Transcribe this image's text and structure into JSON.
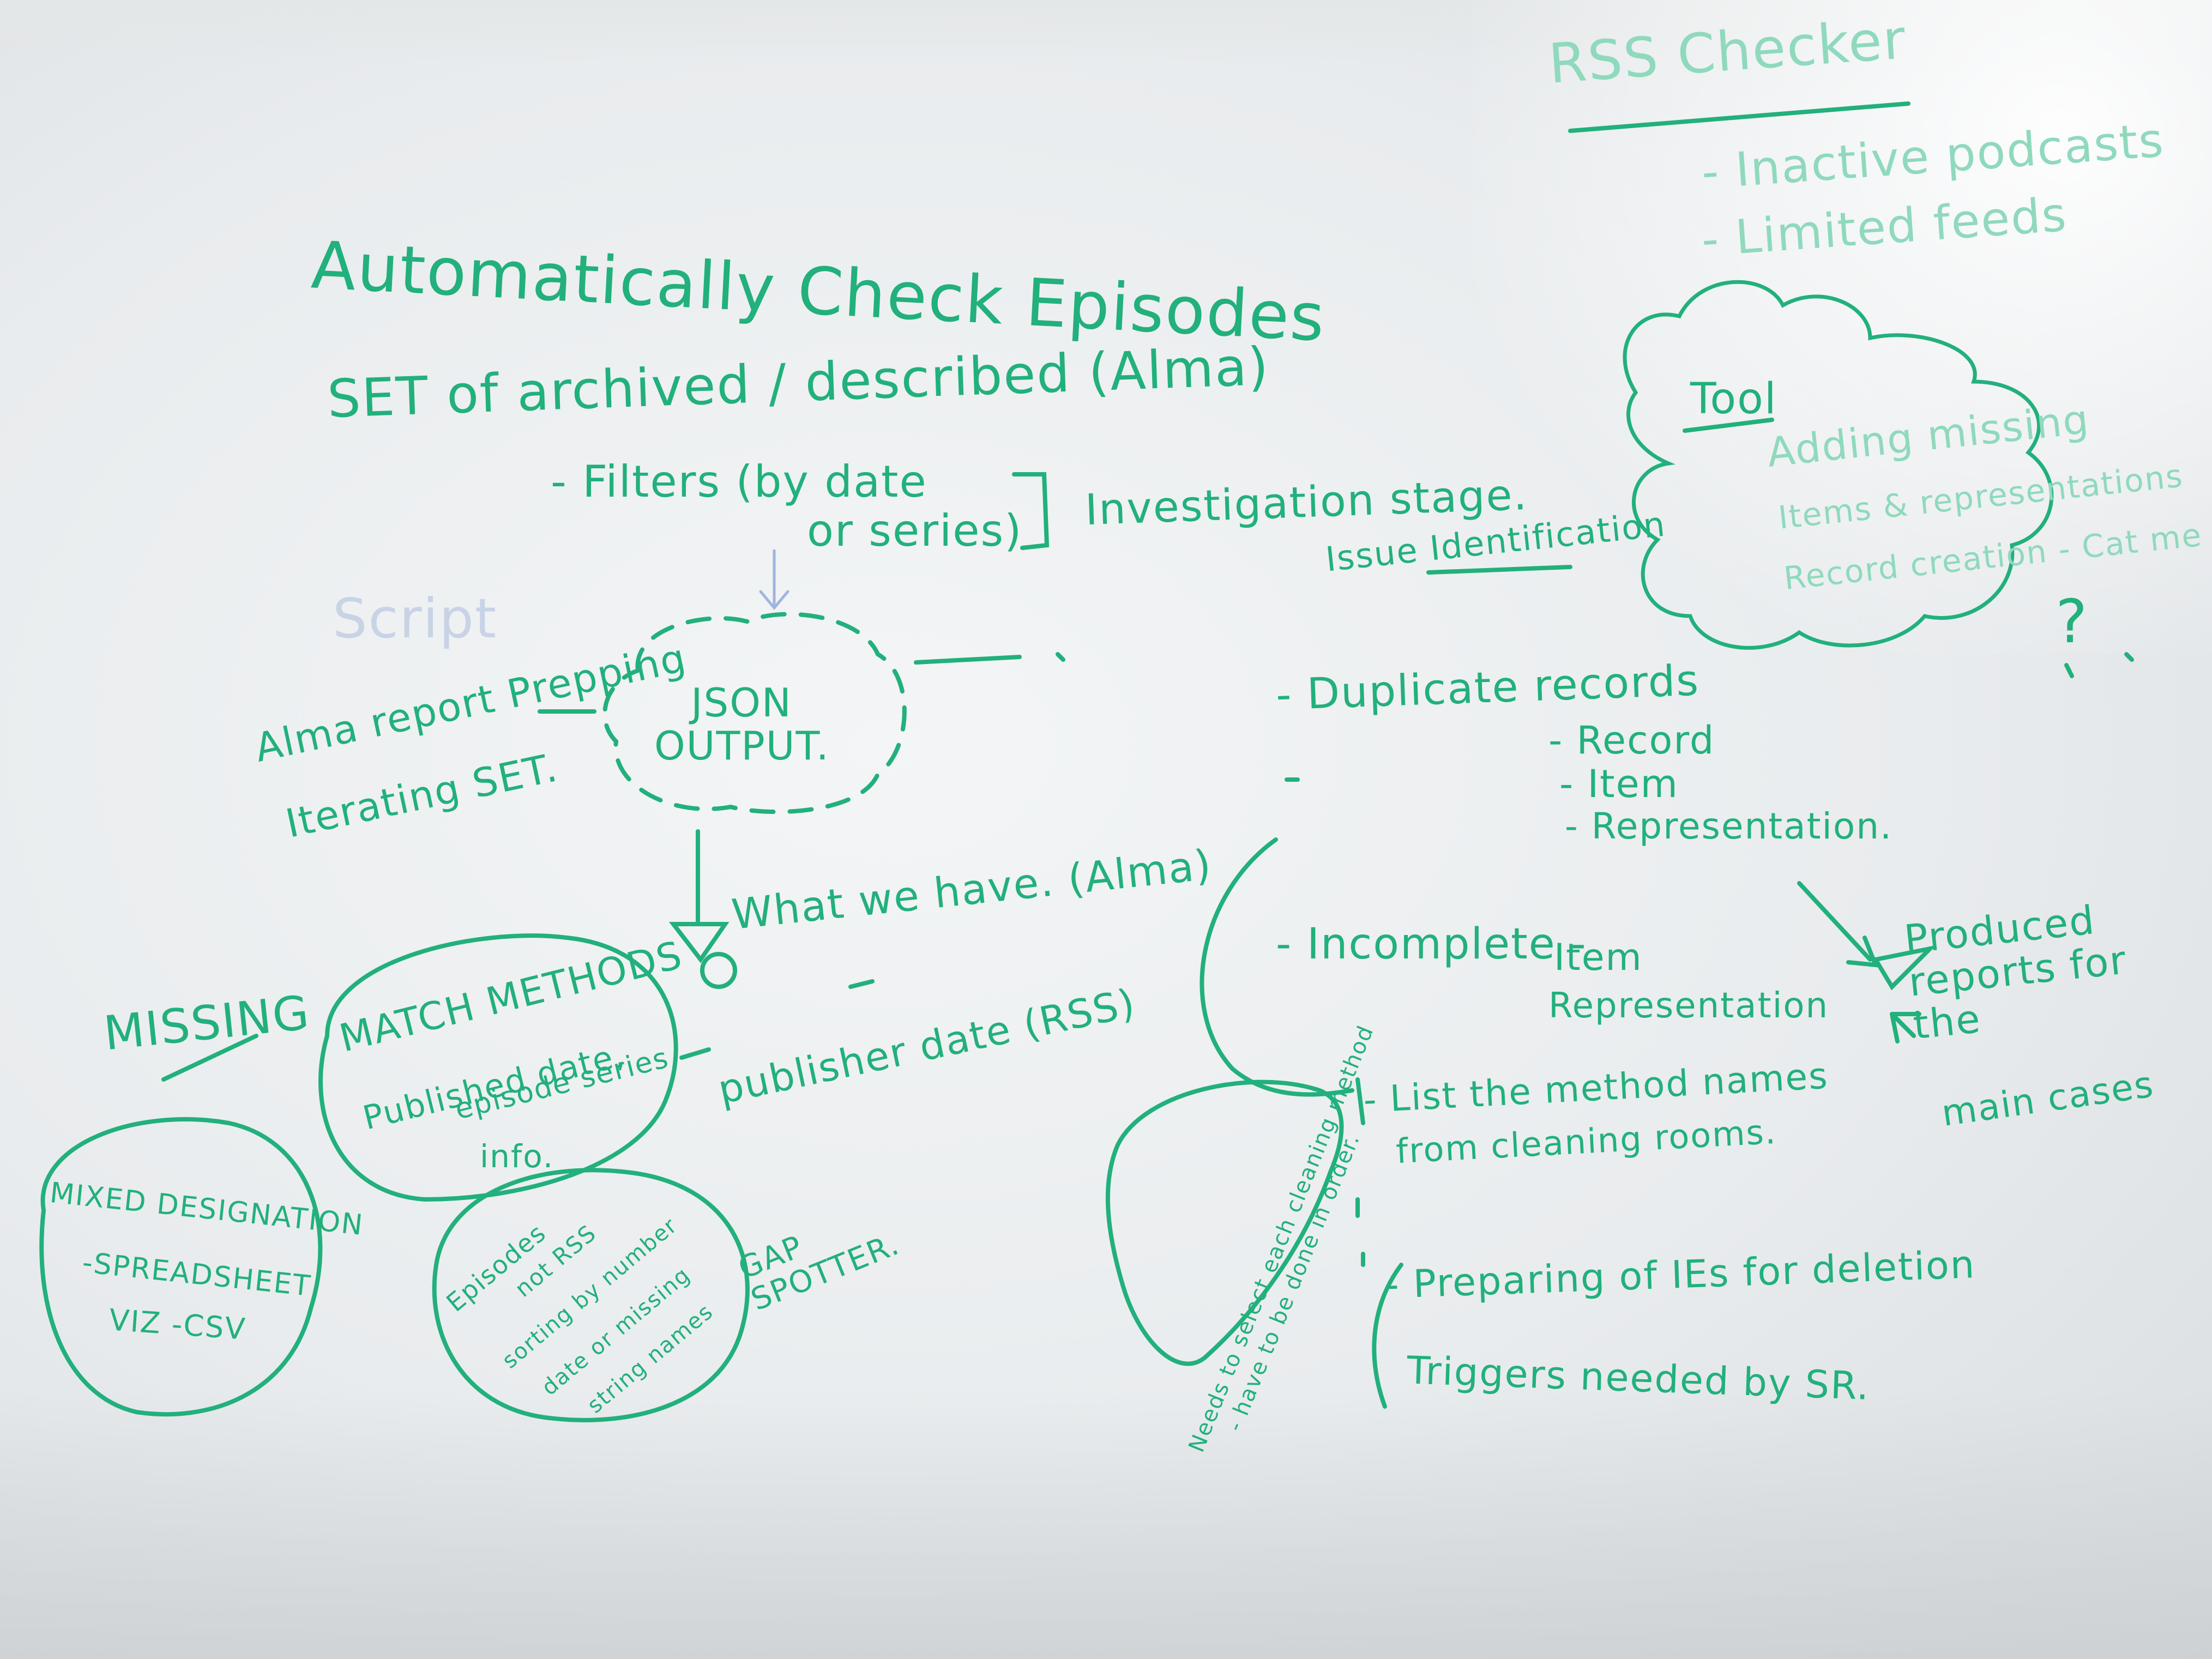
{
  "colors": {
    "ink": "#22b07c",
    "board": "#eceff1"
  },
  "board": {
    "title": "Automatically Check Episodes",
    "subtitle": "SET of archived / described (Alma)",
    "filters": "- Filters (by date",
    "filters_2": "or series)",
    "investigation": "Investigation stage.",
    "issue_identification": "Issue Identification",
    "script_ghost": "Script",
    "alma_report": "Alma report Prepping",
    "iterating_set": "Iterating SET.",
    "json_output": "JSON OUTPUT.",
    "what_we_have": "What we have. (Alma)",
    "publisher_date": "publisher date (RSS)",
    "missing": "MISSING",
    "match_methods": "MATCH METHODS",
    "published_date": "Published date,",
    "episode_series": "episode series",
    "info": "info.",
    "mixed_designation": "MIXED DESIGNATION",
    "spreadsheet": "-SPREADSHEET",
    "viz_csv": "VIZ -CSV",
    "episodes_not_rss_1": "Episodes",
    "episodes_not_rss_2": "not RSS",
    "episodes_not_rss_3": "sorting by number",
    "episodes_not_rss_4": "date or missing",
    "episodes_not_rss_5": "string names",
    "gap_spotter": "GAP SPOTTER.",
    "duplicate_records": "- Duplicate records",
    "dup_record": "- Record",
    "dup_item": "- Item",
    "dup_representation": "- Representation.",
    "incomplete": "- Incomplete -",
    "inc_item": "Item",
    "inc_representation": "Representation",
    "produced_reports": "Produced reports for the",
    "produced_reports_2": "main cases",
    "list_methods": "- List the method names",
    "list_methods_2": "from cleaning rooms.",
    "needs_select": "Needs to select each cleaning method",
    "have_order": "- have to be done in order.",
    "preparing": "- Preparing of IEs for deletion",
    "triggers": "Triggers needed by SR.",
    "rss_checker": "RSS Checker",
    "inactive_podcasts": "- Inactive podcasts",
    "limited_feeds": "- Limited feeds",
    "tool": "Tool",
    "adding_missing": "Adding missing",
    "items_representations": "Items & representations",
    "record_creation": "Record creation - Cat me",
    "question": "?"
  }
}
